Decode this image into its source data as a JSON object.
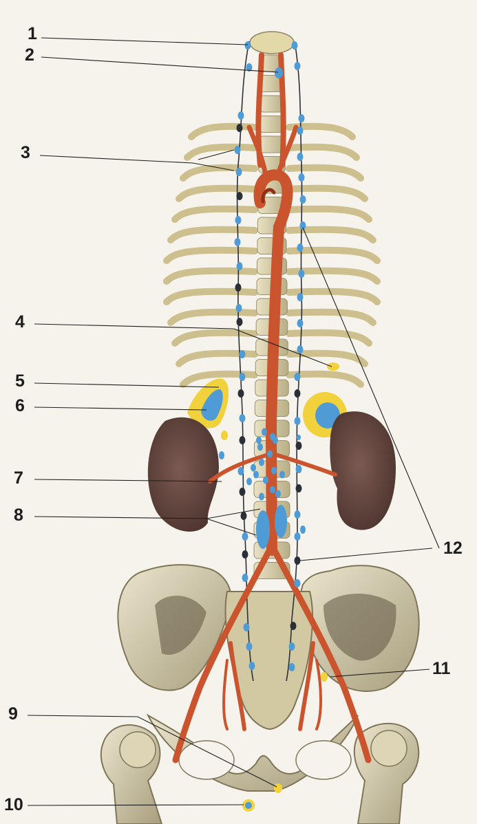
{
  "labels": {
    "l1": "1",
    "l2": "2",
    "l3": "3",
    "l4": "4",
    "l5": "5",
    "l6": "6",
    "l7": "7",
    "l8": "8",
    "l9": "9",
    "l10": "10",
    "l11": "11",
    "l12": "12"
  },
  "colors": {
    "background": "#f6f3ec",
    "bone": "#d8cfa6",
    "bone_shadow": "#8e8363",
    "pelvis": "#cfc6a4",
    "artery": "#c9542e",
    "artery_dark": "#8f2f15",
    "lymph_node": "#4e9bd6",
    "ganglion": "#2b2f38",
    "kidney": "#6a4a44",
    "adrenal_cortex": "#f1d23c",
    "adrenal_medulla": "#4e9bd6",
    "leader_line": "#1d1d1d"
  }
}
